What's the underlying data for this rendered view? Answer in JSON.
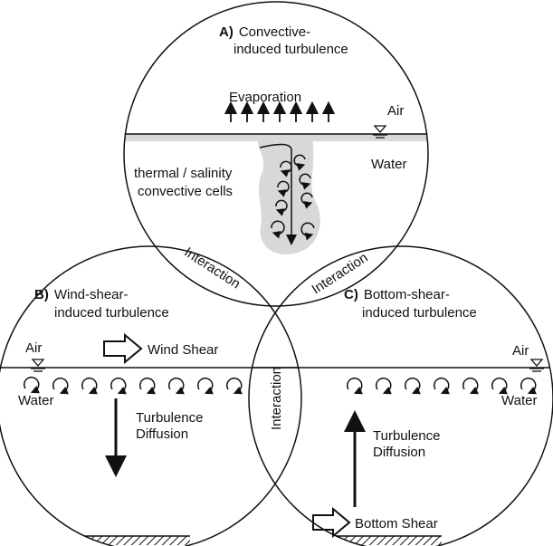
{
  "panel_a": {
    "title_letter": "A)",
    "title_line1": "Convective-",
    "title_line2": "induced turbulence",
    "evaporation": "Evaporation",
    "air": "Air",
    "water": "Water",
    "cells_line1": "thermal / salinity",
    "cells_line2": "convective cells"
  },
  "panel_b": {
    "title_letter": "B)",
    "title_line1": "Wind-shear-",
    "title_line2": "induced turbulence",
    "air": "Air",
    "water": "Water",
    "shear": "Wind Shear",
    "diff_line1": "Turbulence",
    "diff_line2": "Diffusion"
  },
  "panel_c": {
    "title_letter": "C)",
    "title_line1": "Bottom-shear-",
    "title_line2": "induced turbulence",
    "air": "Air",
    "water": "Water",
    "shear": "Bottom Shear",
    "diff_line1": "Turbulence",
    "diff_line2": "Diffusion"
  },
  "interaction_labels": [
    "Interaction",
    "Interaction",
    "Interaction"
  ]
}
